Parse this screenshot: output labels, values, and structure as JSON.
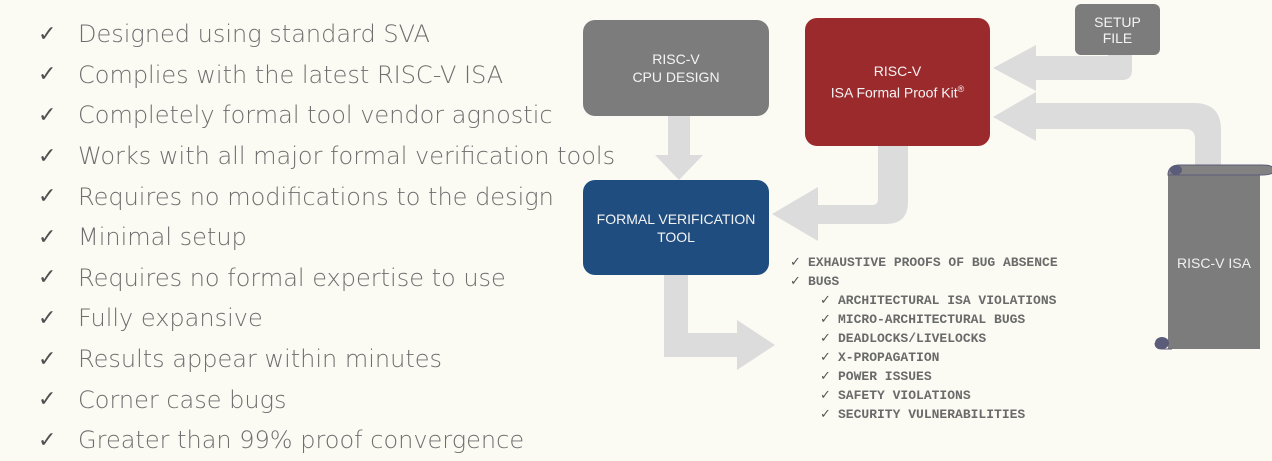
{
  "features": [
    "Designed using standard SVA",
    "Complies with the latest RISC-V ISA",
    "Completely formal tool vendor agnostic",
    "Works with all major formal verification tools",
    "Requires no modifications to the design",
    "Minimal setup",
    "Requires no formal expertise to use",
    "Fully expansive",
    "Results appear within minutes",
    "Corner case bugs",
    "Greater than 99% proof convergence"
  ],
  "check_glyph": "✓",
  "diagram": {
    "cpu_design": {
      "line1": "RISC-V",
      "line2": "CPU DESIGN"
    },
    "proof_kit": {
      "line1": "RISC-V",
      "line2": "ISA Formal Proof Kit",
      "mark": "®"
    },
    "setup_file": {
      "line1": "SETUP",
      "line2": "FILE"
    },
    "formal_tool": {
      "line1": "FORMAL VERIFICATION",
      "line2": "TOOL"
    },
    "isa_scroll": {
      "label": "RISC-V ISA"
    }
  },
  "results": [
    {
      "text": "EXHAUSTIVE PROOFS OF BUG ABSENCE",
      "level": 0
    },
    {
      "text": "BUGS",
      "level": 0
    },
    {
      "text": "ARCHITECTURAL ISA VIOLATIONS",
      "level": 1
    },
    {
      "text": "MICRO-ARCHITECTURAL BUGS",
      "level": 1
    },
    {
      "text": "DEADLOCKS/LIVELOCKS",
      "level": 1
    },
    {
      "text": "X-PROPAGATION",
      "level": 1
    },
    {
      "text": "POWER ISSUES",
      "level": 1
    },
    {
      "text": "SAFETY VIOLATIONS",
      "level": 1
    },
    {
      "text": "SECURITY VULNERABILITIES",
      "level": 1
    }
  ],
  "colors": {
    "background": "#fbfbf4",
    "gray_box": "#7c7c7c",
    "red_box": "#9b2a2c",
    "blue_box": "#204d7f",
    "arrow": "#dcdcdc",
    "scroll": "#7c7c7c"
  }
}
